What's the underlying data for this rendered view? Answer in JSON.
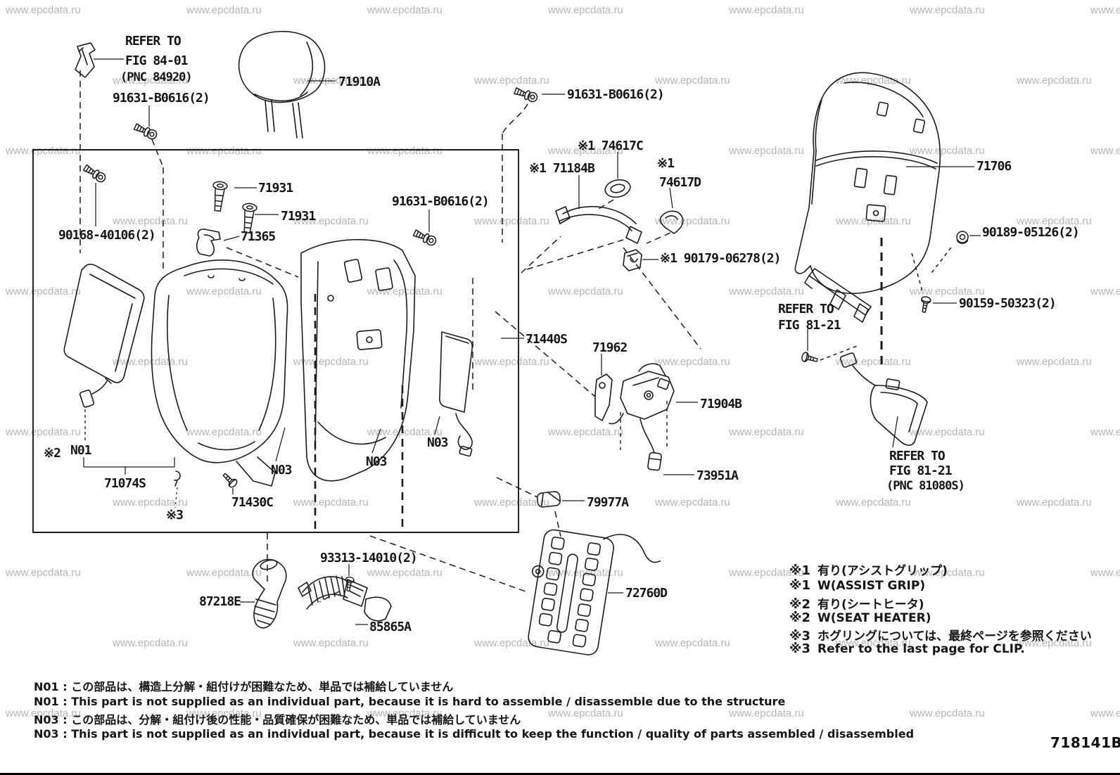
{
  "diagram": {
    "figure_code": "718141B",
    "watermark": "www.epcdata.ru",
    "refs": {
      "fig8401_line1": "REFER TO",
      "fig8401_line2": "FIG 84-01",
      "fig8401_line3": "(PNC 84920)",
      "fig8121_top_line1": "REFER TO",
      "fig8121_top_line2": "FIG 81-21",
      "fig8121_bot_line1": "REFER TO",
      "fig8121_bot_line2": "FIG 81-21",
      "fig8121_bot_line3": "(PNC 81080S)"
    },
    "parts": {
      "p71910a": "71910A",
      "p91631_left": "91631-B0616(2)",
      "p91631_center": "91631-B0616(2)",
      "p91631_mid": "91631-B0616(2)",
      "p71931_1": "71931",
      "p71931_2": "71931",
      "p90168": "90168-40106(2)",
      "p71365": "71365",
      "x1_74617c": "※1 74617C",
      "x1_71184b": "※1 71184B",
      "x1_74617d_mark": "※1",
      "p74617d": "74617D",
      "x1_90179": "※1 90179-06278(2)",
      "p71706": "71706",
      "p90189": "90189-05126(2)",
      "p90159": "90159-50323(2)",
      "p71440s": "71440S",
      "p71962": "71962",
      "p71904b": "71904B",
      "p73951a": "73951A",
      "p79977a": "79977A",
      "x2_mark": "※2",
      "n01": "N01",
      "p71074s": "71074S",
      "x3_mark": "※3",
      "p71430c": "71430C",
      "n03": "N03",
      "p93313": "93313-14010(2)",
      "p87218e": "87218E",
      "p85865a": "85865A",
      "p72760d": "72760D"
    },
    "legend": [
      {
        "mark": "※1",
        "text": "有り(アシストグリップ)"
      },
      {
        "mark": "※1",
        "text": "W(ASSIST GRIP)"
      },
      {
        "mark": "※2",
        "text": "有り(シートヒータ)"
      },
      {
        "mark": "※2",
        "text": "W(SEAT HEATER)"
      },
      {
        "mark": "※3",
        "text": "ホグリングについては、最終ページを参照ください"
      },
      {
        "mark": "※3",
        "text": "Refer to the last page for CLIP."
      }
    ],
    "notes": [
      "N01 : この部品は、構造上分解・組付けが困難なため、単品では補給していません",
      "N01 : This part is not supplied as an individual part, because it is hard to assemble / disassemble due to the structure",
      "N03 : この部品は、分解・組付け後の性能・品質確保が困難なため、単品では補給していません",
      "N03 : This part is not supplied as an individual part, because it is difficult to keep the function / quality of parts assembled / disassembled"
    ]
  }
}
